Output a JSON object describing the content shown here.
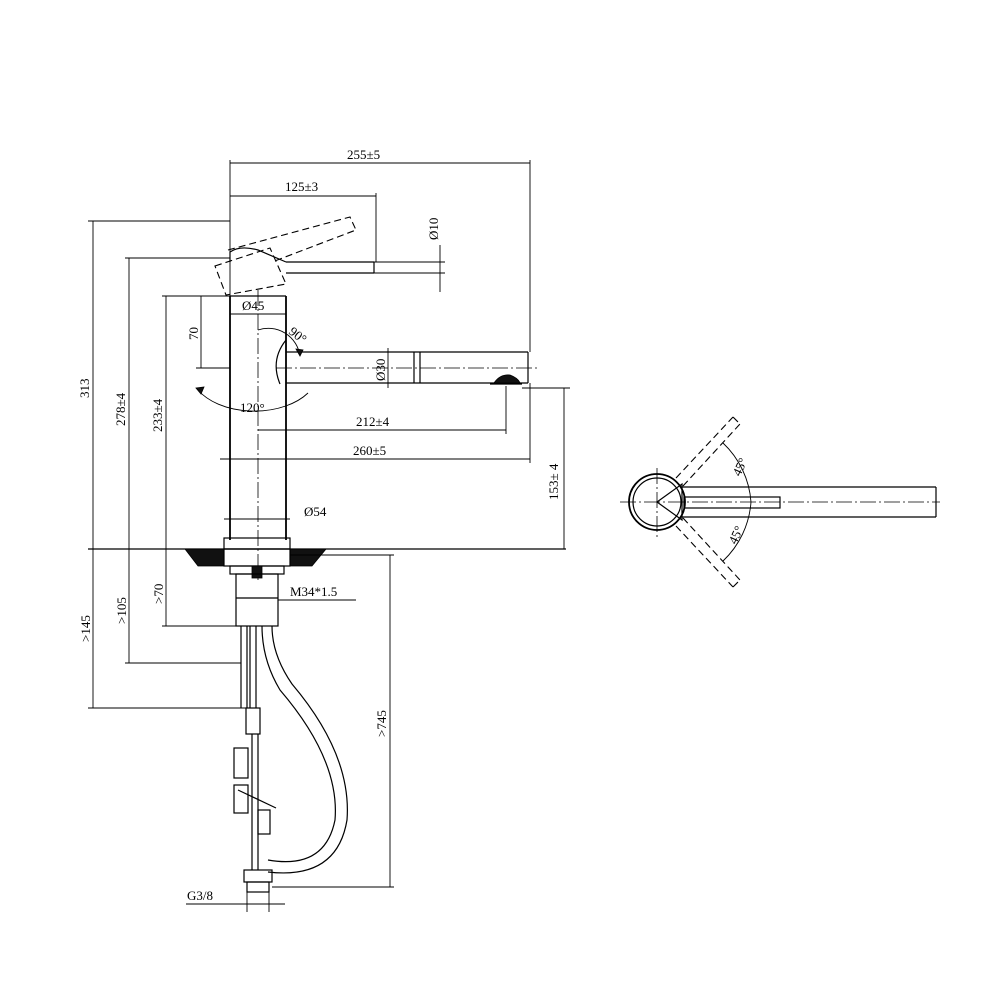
{
  "dimensions": {
    "overall_reach": "255±5",
    "lever_reach": "125±3",
    "lever_diameter": "Ø10",
    "height_total": "313",
    "height_lever": "278±4",
    "height_spout": "233±4",
    "lever_offset": "70",
    "body_diameter": "Ø45",
    "spout_diameter": "Ø30",
    "spout_reach": "212±4",
    "spout_length": "260±5",
    "outlet_height": "153± 4",
    "base_diameter": "Ø54",
    "thread": "M34*1.5",
    "min_below_145": ">145",
    "min_below_105": ">105",
    "min_below_70": ">70",
    "hose_length": ">745",
    "connection": "G3/8"
  },
  "angles": {
    "lever_rotation": "90°",
    "spout_swivel": "120°",
    "plan_upper": "45°",
    "plan_lower": "45°"
  }
}
